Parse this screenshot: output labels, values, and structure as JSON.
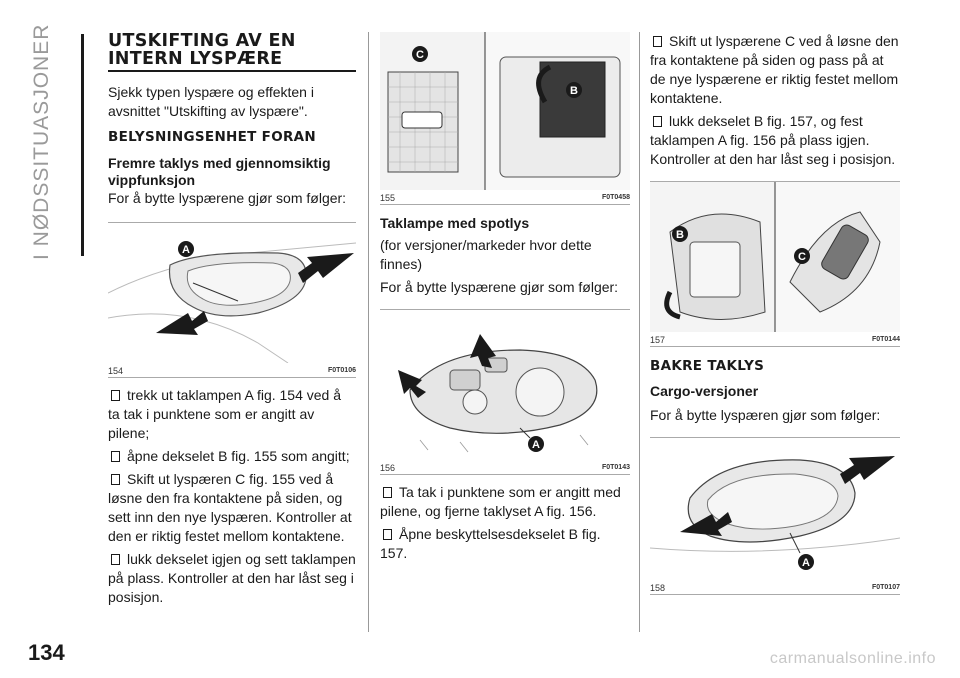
{
  "side_title": "I NØDSSITUASJONER",
  "page_number": "134",
  "footer": "carmanualsonline.info",
  "col1": {
    "title": "UTSKIFTING AV EN INTERN LYSPÆRE",
    "intro": "Sjekk typen lyspære og effekten i avsnittet \"Utskifting av lyspære\".",
    "section": "BELYSNINGSENHET FORAN",
    "subsection": "Fremre taklys med gjennomsiktig vippfunksjon",
    "lead": "For å bytte lyspærene gjør som følger:",
    "figure": {
      "number": "154",
      "code": "F0T0106",
      "label_a": "A"
    },
    "steps": [
      "trekk ut taklampen A fig. 154 ved å ta tak i punktene som er angitt av pilene;",
      "åpne dekselet B fig. 155 som angitt;",
      "Skift ut lyspæren C fig. 155 ved å løsne den fra kontaktene på siden, og sett inn den nye lyspæren. Kontroller at den er riktig festet mellom kontaktene.",
      "lukk dekselet igjen og sett taklampen på plass. Kontroller at den har låst seg i posisjon."
    ]
  },
  "col2": {
    "figure_top": {
      "number": "155",
      "code": "F0T0458",
      "label_b": "B",
      "label_c": "C"
    },
    "subsection": "Taklampe med spotlys",
    "note": "(for versjoner/markeder hvor dette finnes)",
    "lead": "For å bytte lyspærene gjør som følger:",
    "figure": {
      "number": "156",
      "code": "F0T0143",
      "label_a": "A"
    },
    "steps": [
      "Ta tak i punktene som er angitt med pilene, og fjerne taklyset A fig. 156.",
      "Åpne beskyttelsesdekselet B fig. 157."
    ]
  },
  "col3": {
    "steps": [
      "Skift ut lyspærene C ved å løsne den fra kontaktene på siden og pass på at de nye lyspærene er riktig festet mellom kontaktene.",
      "lukk dekselet B fig. 157, og fest taklampen A fig. 156 på plass igjen. Kontroller at den har låst seg i posisjon."
    ],
    "figure_mid": {
      "number": "157",
      "code": "F0T0144",
      "label_b": "B",
      "label_c": "C"
    },
    "section": "BAKRE TAKLYS",
    "subsection": "Cargo-versjoner",
    "lead": "For å bytte lyspæren gjør som følger:",
    "figure": {
      "number": "158",
      "code": "F0T0107",
      "label_a": "A"
    }
  }
}
